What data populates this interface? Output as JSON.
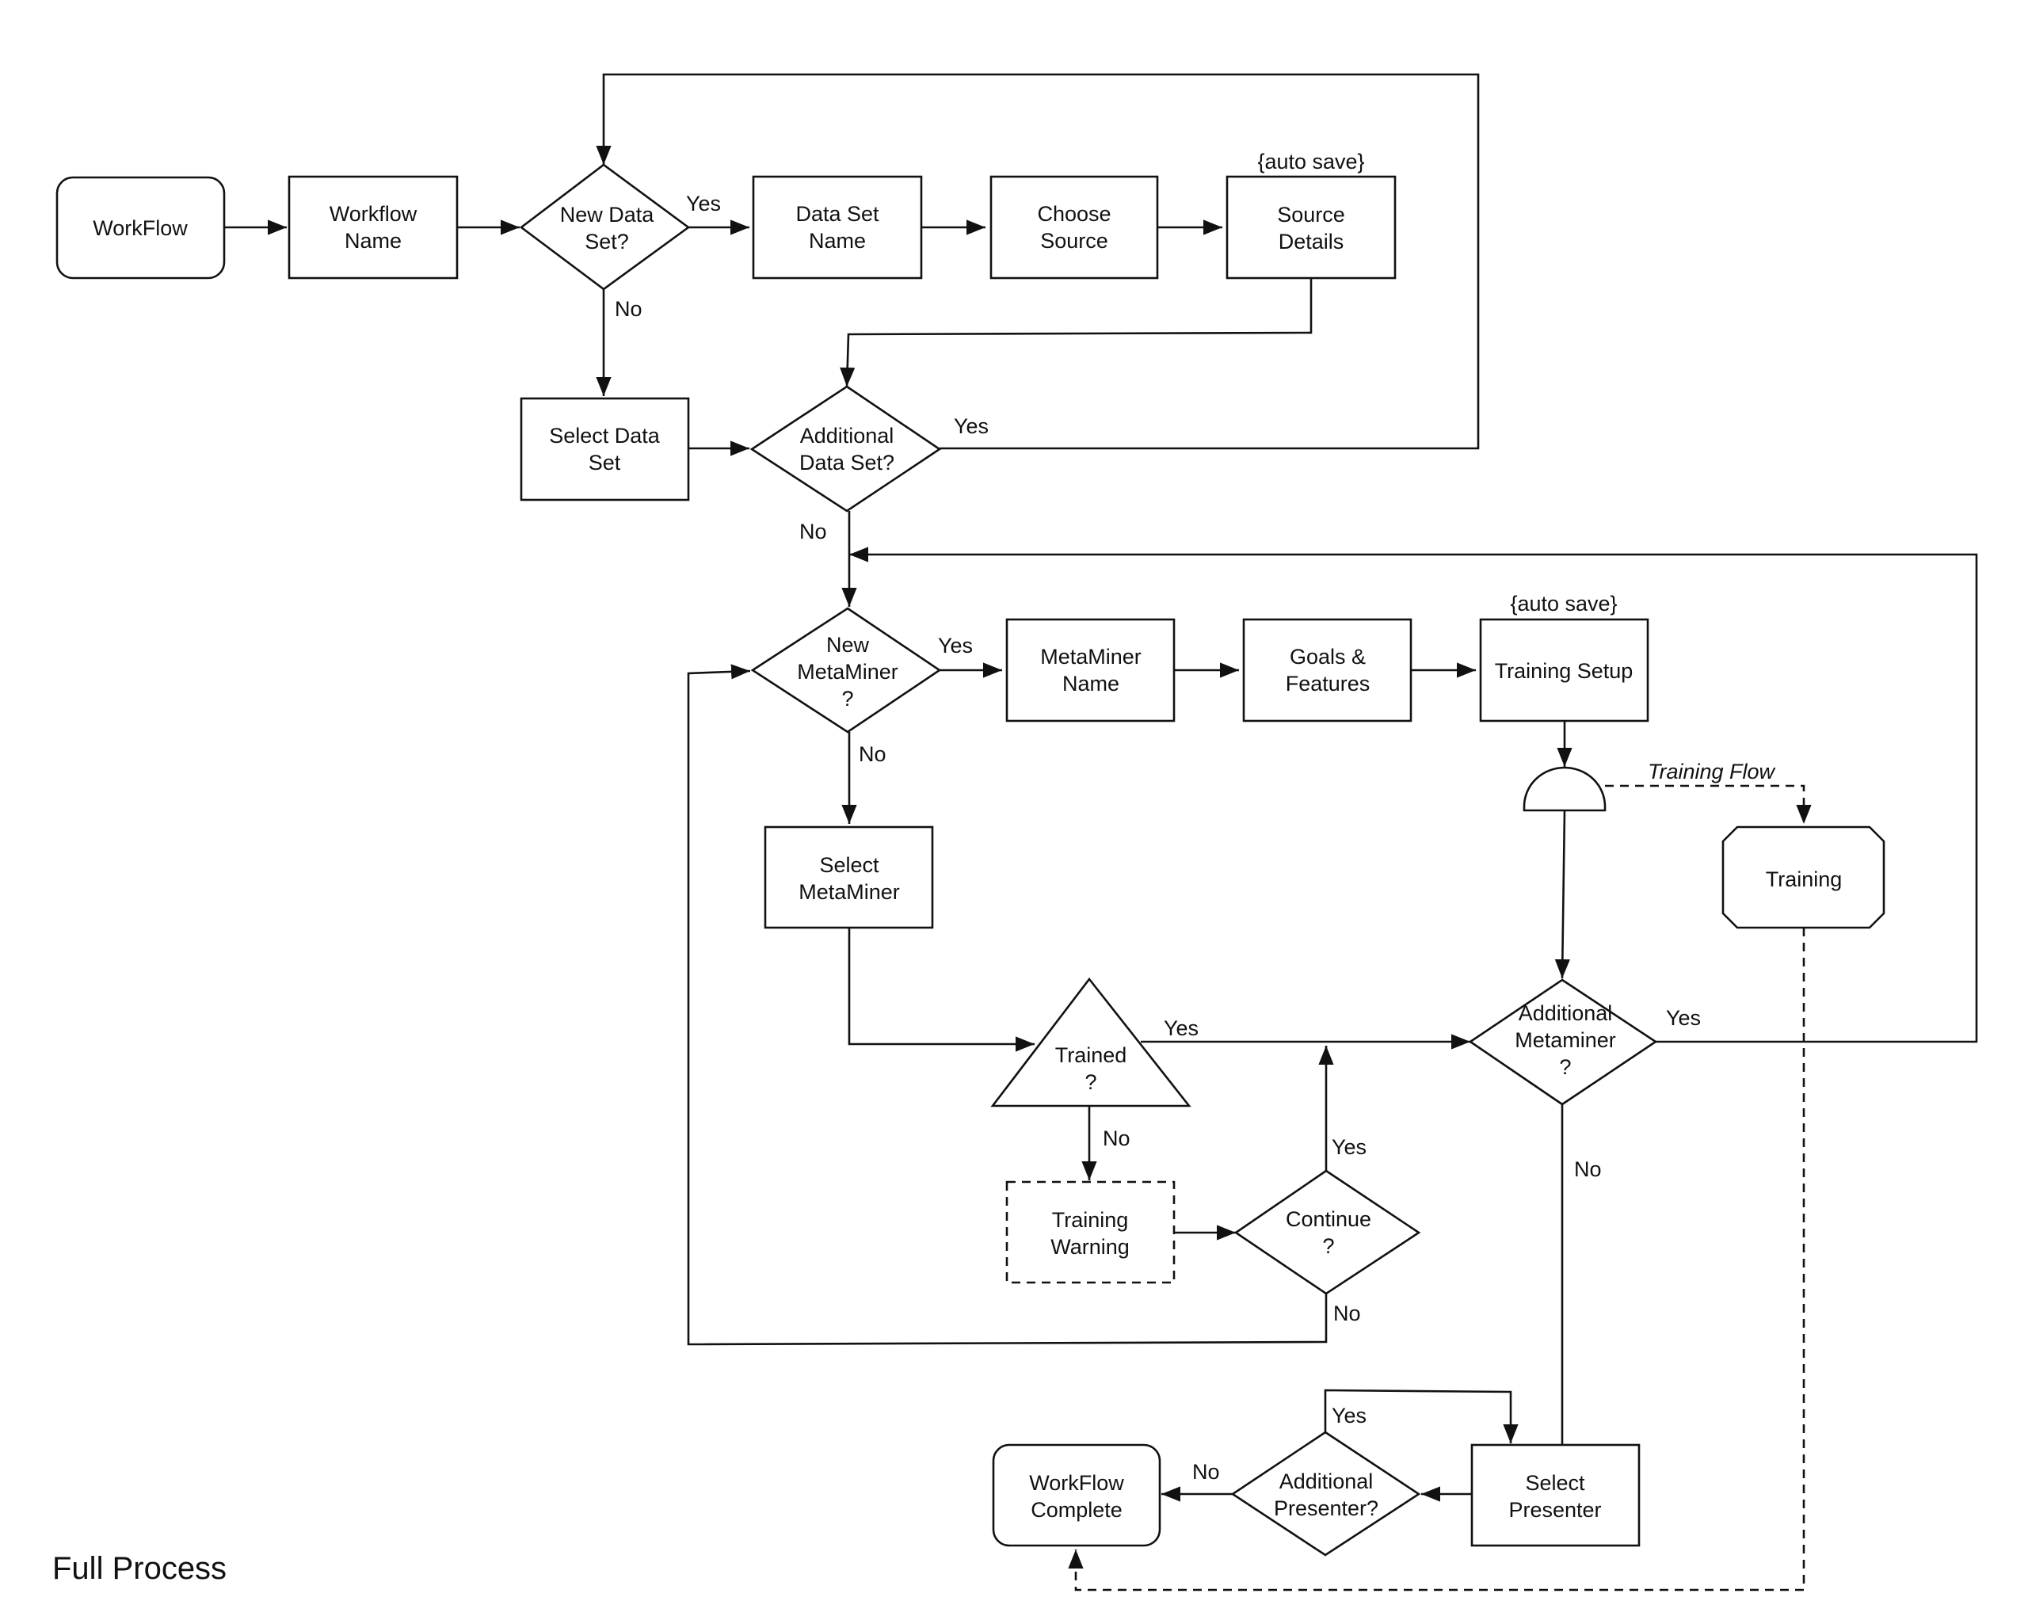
{
  "caption": "Full Process",
  "nodes": {
    "workflow": [
      "WorkFlow"
    ],
    "workflow_name": [
      "Workflow",
      "Name"
    ],
    "new_data_set": [
      "New Data",
      "Set?"
    ],
    "data_set_name": [
      "Data Set",
      "Name"
    ],
    "choose_source": [
      "Choose",
      "Source"
    ],
    "source_details": [
      "Source",
      "Details"
    ],
    "select_data_set": [
      "Select Data",
      "Set"
    ],
    "additional_data_set": [
      "Additional",
      "Data Set?"
    ],
    "new_metaminer": [
      "New",
      "MetaMiner",
      "?"
    ],
    "metaminer_name": [
      "MetaMiner",
      "Name"
    ],
    "goals_features": [
      "Goals &",
      "Features"
    ],
    "training_setup": [
      "Training Setup"
    ],
    "select_metaminer": [
      "Select",
      "MetaMiner"
    ],
    "training": [
      "Training"
    ],
    "trained": [
      "Trained",
      "?"
    ],
    "additional_metaminer": [
      "Additional",
      "Metaminer",
      "?"
    ],
    "training_warning": [
      "Training",
      "Warning"
    ],
    "continue": [
      "Continue",
      "?"
    ],
    "workflow_complete": [
      "WorkFlow",
      "Complete"
    ],
    "additional_presenter": [
      "Additional",
      "Presenter?"
    ],
    "select_presenter": [
      "Select",
      "Presenter"
    ]
  },
  "annotations": {
    "auto_save_1": "{auto save}",
    "auto_save_2": "{auto save}",
    "training_flow": "Training Flow"
  },
  "edge_labels": {
    "new_data_set_yes": "Yes",
    "new_data_set_no": "No",
    "additional_data_set_yes": "Yes",
    "additional_data_set_no": "No",
    "new_metaminer_yes": "Yes",
    "new_metaminer_no": "No",
    "trained_yes": "Yes",
    "trained_no": "No",
    "additional_metaminer_yes": "Yes",
    "additional_metaminer_no": "No",
    "continue_yes": "Yes",
    "continue_no": "No",
    "additional_presenter_yes": "Yes",
    "additional_presenter_no": "No"
  }
}
